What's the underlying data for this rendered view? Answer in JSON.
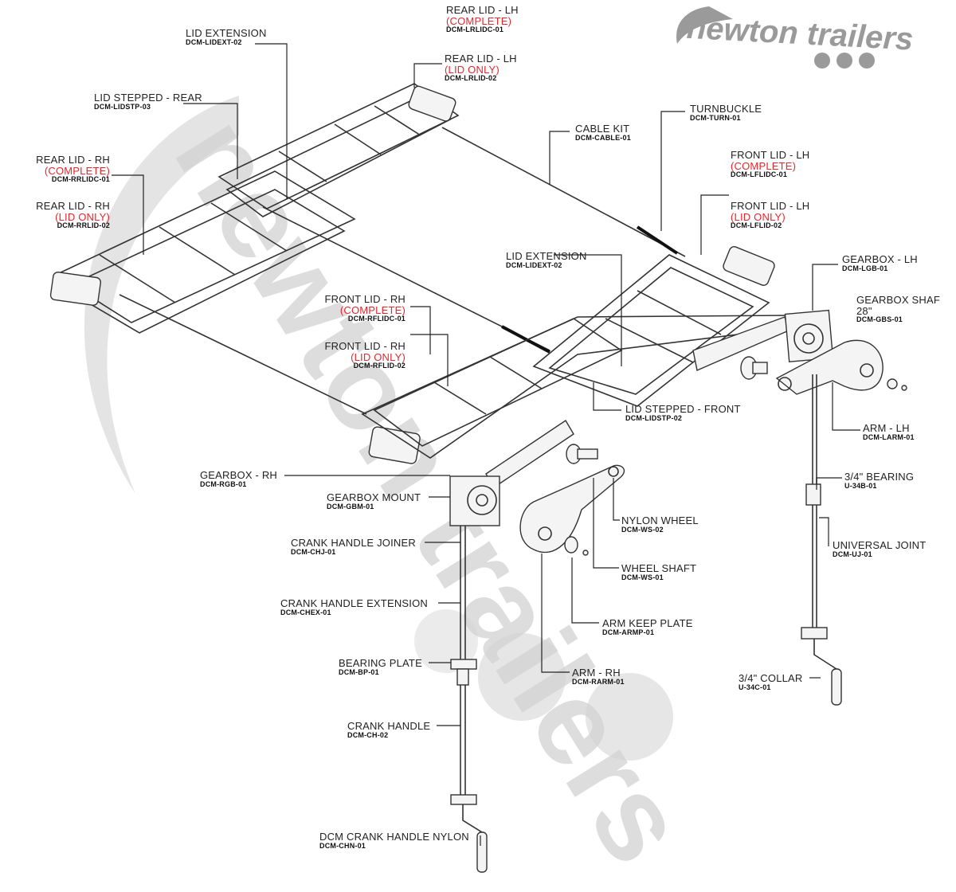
{
  "brand": {
    "logo_text": "newton trailers",
    "watermark_text": "newton trailers"
  },
  "colors": {
    "label_text": "#222222",
    "highlight_red": "#e8262b",
    "logo_gray": "#9a9a9a",
    "watermark_gray": "#d2d2d2"
  },
  "labels": {
    "rear_lid_lh_complete": {
      "name": "REAR LID - LH",
      "qual": "(COMPLETE)",
      "code": "DCM-LRLIDC-01"
    },
    "rear_lid_lh_lid": {
      "name": "REAR LID - LH",
      "qual": "(LID ONLY)",
      "code": "DCM-LRLID-02"
    },
    "lid_extension_rear": {
      "name": "LID EXTENSION",
      "code": "DCM-LIDEXT-02"
    },
    "lid_stepped_rear": {
      "name": "LID STEPPED - REAR",
      "code": "DCM-LIDSTP-03"
    },
    "rear_lid_rh_complete": {
      "name": "REAR LID - RH",
      "qual": "(COMPLETE)",
      "code": "DCM-RRLIDC-01"
    },
    "rear_lid_rh_lid": {
      "name": "REAR LID - RH",
      "qual": "(LID ONLY)",
      "code": "DCM-RRLID-02"
    },
    "turnbuckle": {
      "name": "TURNBUCKLE",
      "code": "DCM-TURN-01"
    },
    "cable_kit": {
      "name": "CABLE KIT",
      "code": "DCM-CABLE-01"
    },
    "front_lid_lh_complete": {
      "name": "FRONT LID - LH",
      "qual": "(COMPLETE)",
      "code": "DCM-LFLIDC-01"
    },
    "front_lid_lh_lid": {
      "name": "FRONT LID - LH",
      "qual": "(LID ONLY)",
      "code": "DCM-LFLID-02"
    },
    "lid_extension_front": {
      "name": "LID EXTENSION",
      "code": "DCM-LIDEXT-02"
    },
    "gearbox_lh": {
      "name": "GEARBOX - LH",
      "code": "DCM-LGB-01"
    },
    "gearbox_shaft": {
      "name": "GEARBOX SHAF",
      "size": "28\"",
      "code": "DCM-GBS-01"
    },
    "front_lid_rh_complete": {
      "name": "FRONT LID - RH",
      "qual": "(COMPLETE)",
      "code": "DCM-RFLIDC-01"
    },
    "front_lid_rh_lid": {
      "name": "FRONT LID - RH",
      "qual": "(LID ONLY)",
      "code": "DCM-RFLID-02"
    },
    "lid_stepped_front": {
      "name": "LID STEPPED - FRONT",
      "code": "DCM-LIDSTP-02"
    },
    "arm_lh": {
      "name": "ARM - LH",
      "code": "DCM-LARM-01"
    },
    "gearbox_rh": {
      "name": "GEARBOX - RH",
      "code": "DCM-RGB-01"
    },
    "gearbox_mount": {
      "name": "GEARBOX MOUNT",
      "code": "DCM-GBM-01"
    },
    "bearing_34": {
      "name": "3/4\" BEARING",
      "code": "U-34B-01"
    },
    "nylon_wheel": {
      "name": "NYLON WHEEL",
      "code": "DCM-WS-02"
    },
    "universal_joint": {
      "name": "UNIVERSAL JOINT",
      "code": "DCM-UJ-01"
    },
    "crank_handle_joiner": {
      "name": "CRANK HANDLE JOINER",
      "code": "DCM-CHJ-01"
    },
    "wheel_shaft": {
      "name": "WHEEL SHAFT",
      "code": "DCM-WS-01"
    },
    "crank_handle_extension": {
      "name": "CRANK HANDLE EXTENSION",
      "code": "DCM-CHEX-01"
    },
    "arm_keep_plate": {
      "name": "ARM KEEP PLATE",
      "code": "DCM-ARMP-01"
    },
    "bearing_plate": {
      "name": "BEARING PLATE",
      "code": "DCM-BP-01"
    },
    "arm_rh": {
      "name": "ARM - RH",
      "code": "DCM-RARM-01"
    },
    "collar_34": {
      "name": "3/4\" COLLAR",
      "code": "U-34C-01"
    },
    "crank_handle": {
      "name": "CRANK HANDLE",
      "code": "DCM-CH-02"
    },
    "crank_handle_nylon": {
      "name": "DCM CRANK HANDLE NYLON",
      "code": "DCM-CHN-01"
    }
  }
}
